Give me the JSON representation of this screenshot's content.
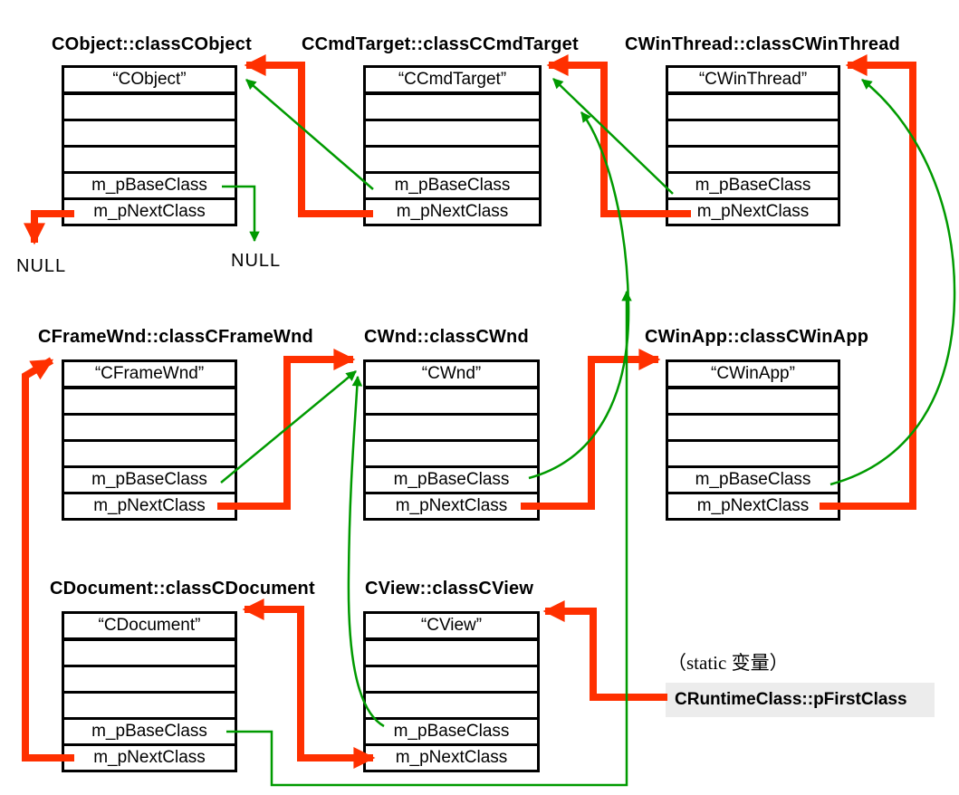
{
  "labels": {
    "base": "m_pBaseClass",
    "next": "m_pNextClass"
  },
  "boxes": [
    {
      "title": "CObject::classCObject",
      "name": "“CObject”"
    },
    {
      "title": "CCmdTarget::classCCmdTarget",
      "name": "“CCmdTarget”"
    },
    {
      "title": "CWinThread::classCWinThread",
      "name": "“CWinThread”"
    },
    {
      "title": "CFrameWnd::classCFrameWnd",
      "name": "“CFrameWnd”"
    },
    {
      "title": "CWnd::classCWnd",
      "name": "“CWnd”"
    },
    {
      "title": "CWinApp::classCWinApp",
      "name": "“CWinApp”"
    },
    {
      "title": "CDocument::classCDocument",
      "name": "“CDocument”"
    },
    {
      "title": "CView::classCView",
      "name": "“CView”"
    }
  ],
  "nulls": {
    "next_null": "NULL",
    "base_null": "NULL"
  },
  "static_note": "（static 变量）",
  "first_class_label": "CRuntimeClass::pFirstClass",
  "colors": {
    "next_chain": "#ff3000",
    "base_chain": "#009a00",
    "box_border": "#000000",
    "first_class_bg": "#ececec"
  }
}
